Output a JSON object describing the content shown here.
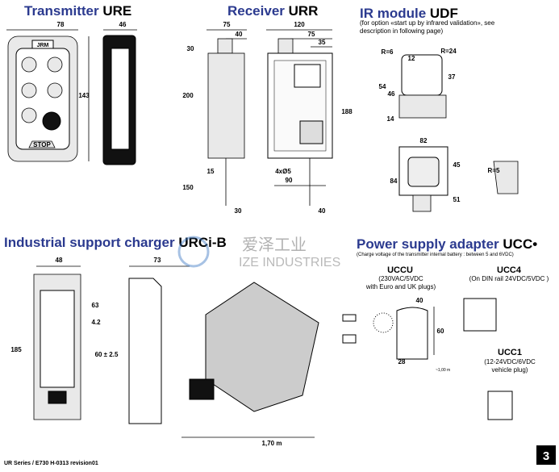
{
  "transmitter": {
    "title": "Transmitter ",
    "model": "URE",
    "dims": [
      "78",
      "46",
      "143"
    ],
    "brand": "JRM"
  },
  "receiver": {
    "title": "Receiver ",
    "model": "URR",
    "dims": [
      "75",
      "40",
      "30",
      "200",
      "15",
      "150",
      "30",
      "120",
      "75",
      "35",
      "188",
      "4xØ5",
      "90",
      "40"
    ]
  },
  "ir_module": {
    "title": "IR module ",
    "model": "UDF",
    "note_line1": "(for option «start up by infrared validation», see",
    "note_line2": "description in following page)",
    "dims": [
      "R=6",
      "12",
      "R=24",
      "37",
      "54",
      "46",
      "14",
      "82",
      "45",
      "84",
      "51",
      "R=5"
    ]
  },
  "charger": {
    "title": "Industrial support charger ",
    "model": "URCi-B",
    "dims": [
      "48",
      "73",
      "63",
      "4.2",
      "185",
      "60 ± 2.5",
      "1,70 m"
    ],
    "stop_label": "STOP"
  },
  "watermark": {
    "cn": "爱泽工业",
    "en": "IZE INDUSTRIES"
  },
  "power": {
    "title": "Power supply adapter ",
    "model": "UCC•",
    "note": "(Charge voltage of the transmitter internal battery : between 5 and 6VDC)",
    "uccu": {
      "name": "UCCU",
      "line1": "(230VAC/5VDC",
      "line2": "with Euro and UK plugs)",
      "dims": [
        "40",
        "60",
        "28",
        "~1,00 m"
      ]
    },
    "ucc4": {
      "name": "UCC4",
      "line1": "(On DIN rail 24VDC/5VDC )"
    },
    "ucc1": {
      "name": "UCC1",
      "line1": "(12-24VDC/6VDC",
      "line2": "vehicle plug)"
    }
  },
  "footer": {
    "text": "UR Series / E730 H-0313 revision01",
    "page": "3"
  }
}
